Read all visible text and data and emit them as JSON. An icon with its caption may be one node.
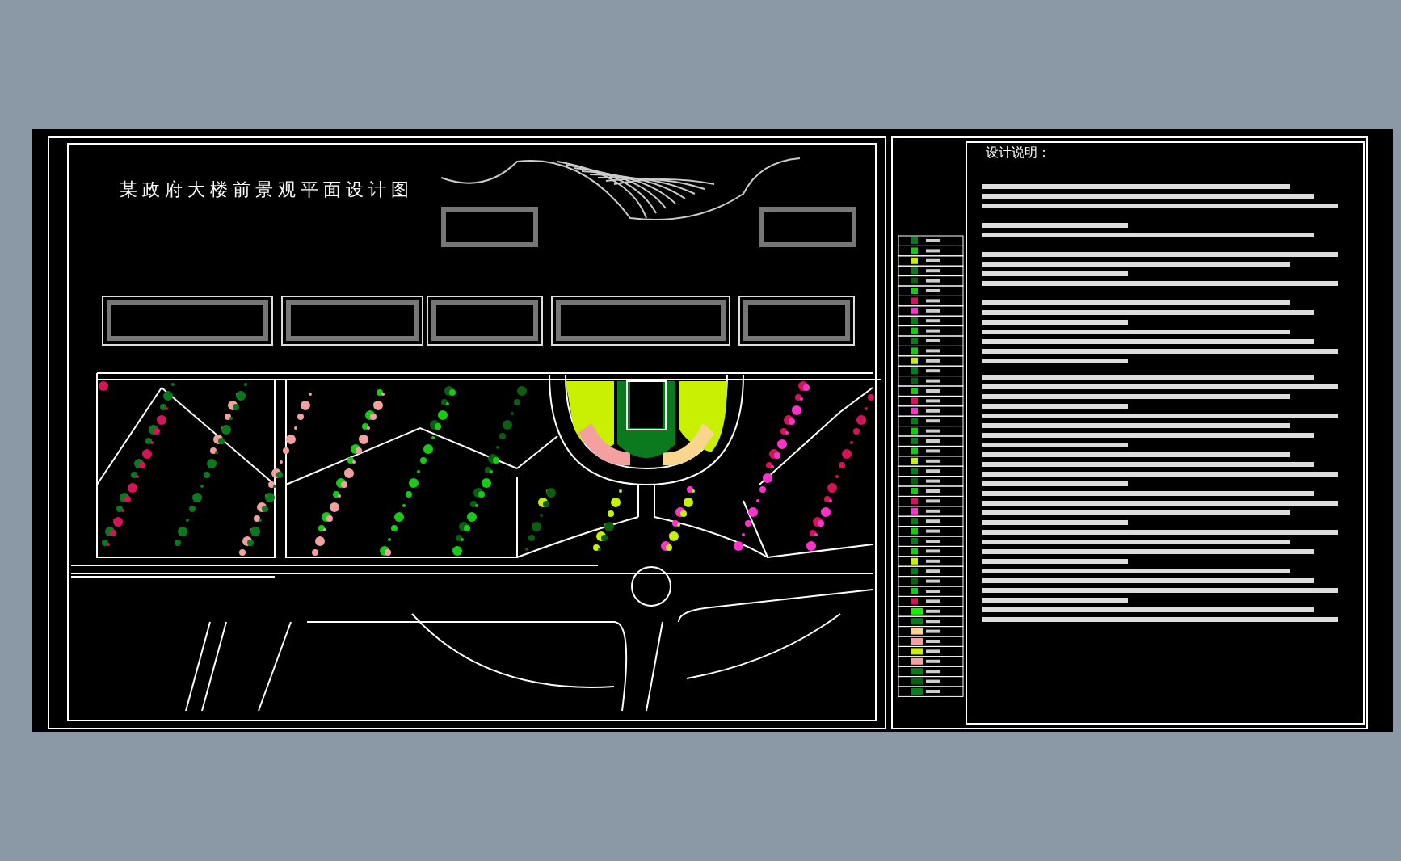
{
  "diagram": {
    "title": "某政府大楼前景观平面设计图",
    "nodes": [
      {
        "text": [],
        "shape": "box"
      },
      {
        "text": [],
        "shape": "box"
      },
      {
        "text": [],
        "shape": "box"
      },
      {
        "text": [],
        "shape": "box"
      },
      {
        "text": [],
        "shape": "box"
      },
      {
        "text": [],
        "shape": "box"
      },
      {
        "text": [],
        "shape": "box"
      }
    ],
    "labels": [
      "设计说明："
    ]
  }
}
